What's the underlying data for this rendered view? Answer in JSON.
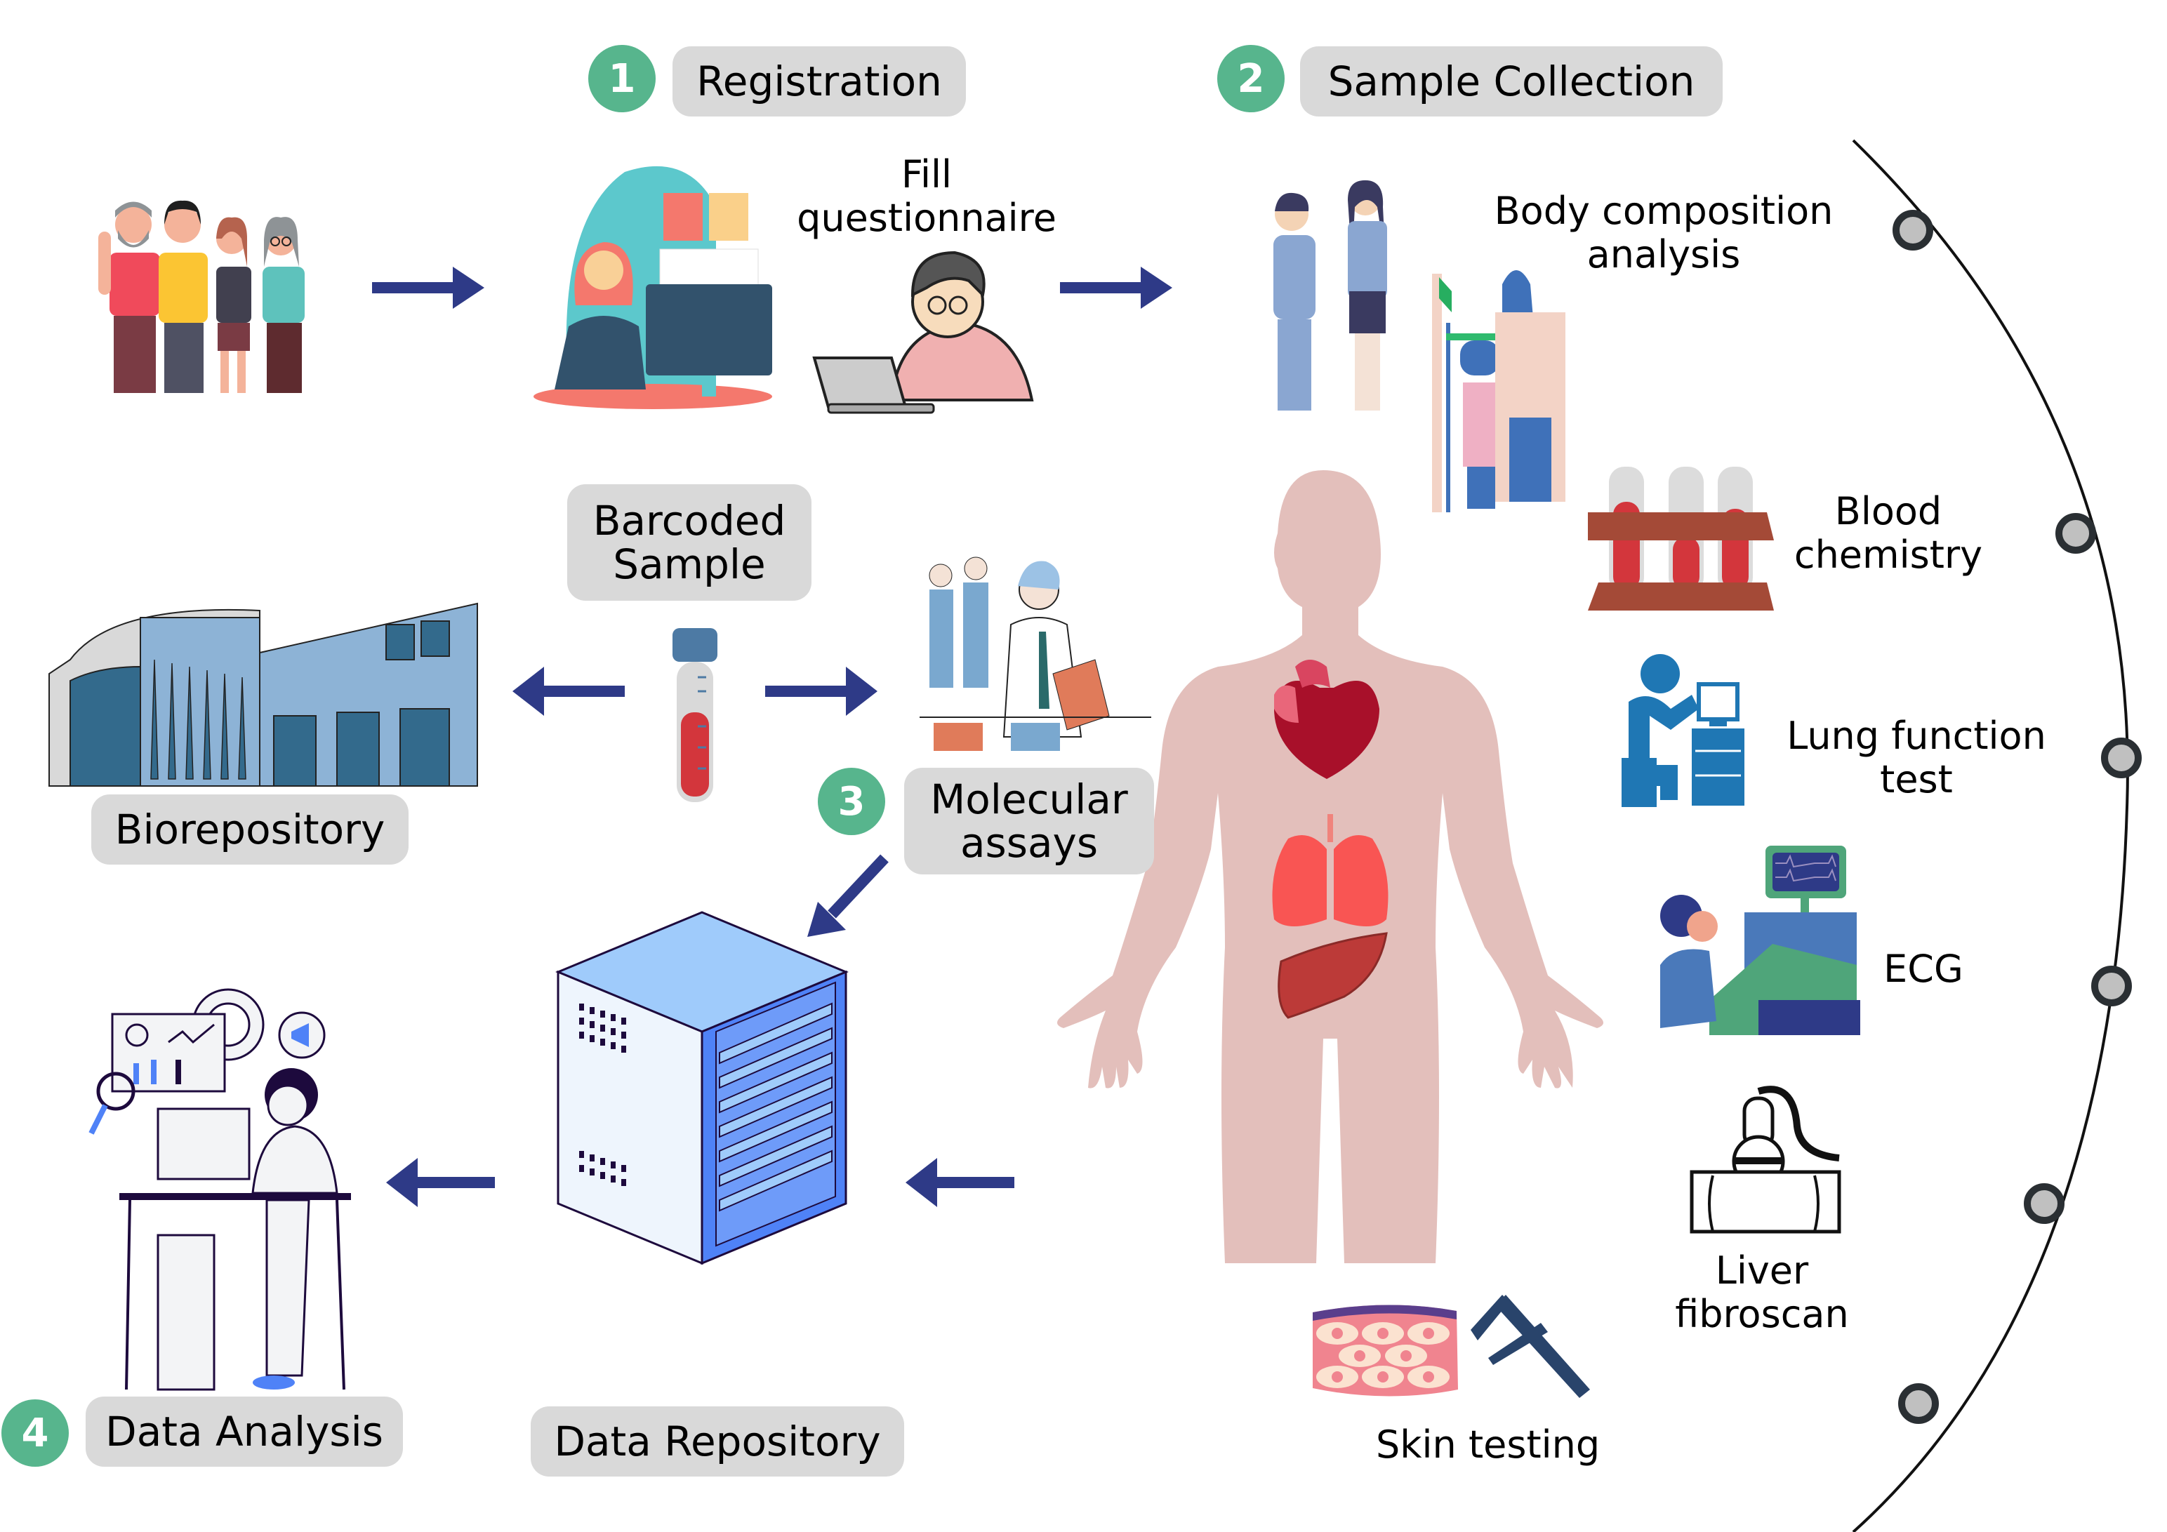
{
  "steps": [
    {
      "number": "1",
      "label": "Registration"
    },
    {
      "number": "2",
      "label": "Sample Collection"
    },
    {
      "number": "3",
      "label": "Molecular assays"
    },
    {
      "number": "4",
      "label": "Data Analysis"
    }
  ],
  "registration": {
    "fill_questionnaire": "Fill questionnaire"
  },
  "sample_handling": {
    "barcoded_sample": "Barcoded Sample",
    "biorepository": "Biorepository",
    "data_repository": "Data Repository"
  },
  "tests": [
    {
      "label": "Body composition analysis",
      "icon": "height-measurement-icon"
    },
    {
      "label": "Blood chemistry",
      "icon": "test-tube-rack-icon"
    },
    {
      "label": "Lung function test",
      "icon": "spirometry-icon"
    },
    {
      "label": "ECG",
      "icon": "ecg-monitor-icon"
    },
    {
      "label": "Liver fibroscan",
      "icon": "ultrasound-probe-icon"
    },
    {
      "label": "Skin testing",
      "icon": "skin-caliper-icon"
    }
  ],
  "organs": [
    "heart",
    "lungs",
    "liver"
  ],
  "colors": {
    "badge": "#57b58d",
    "pill": "#d9d9d9",
    "arrow": "#2e3a87",
    "body": "#e3bfbb",
    "node_fill": "#c0c0c0",
    "node_stroke": "#2a2f33"
  }
}
